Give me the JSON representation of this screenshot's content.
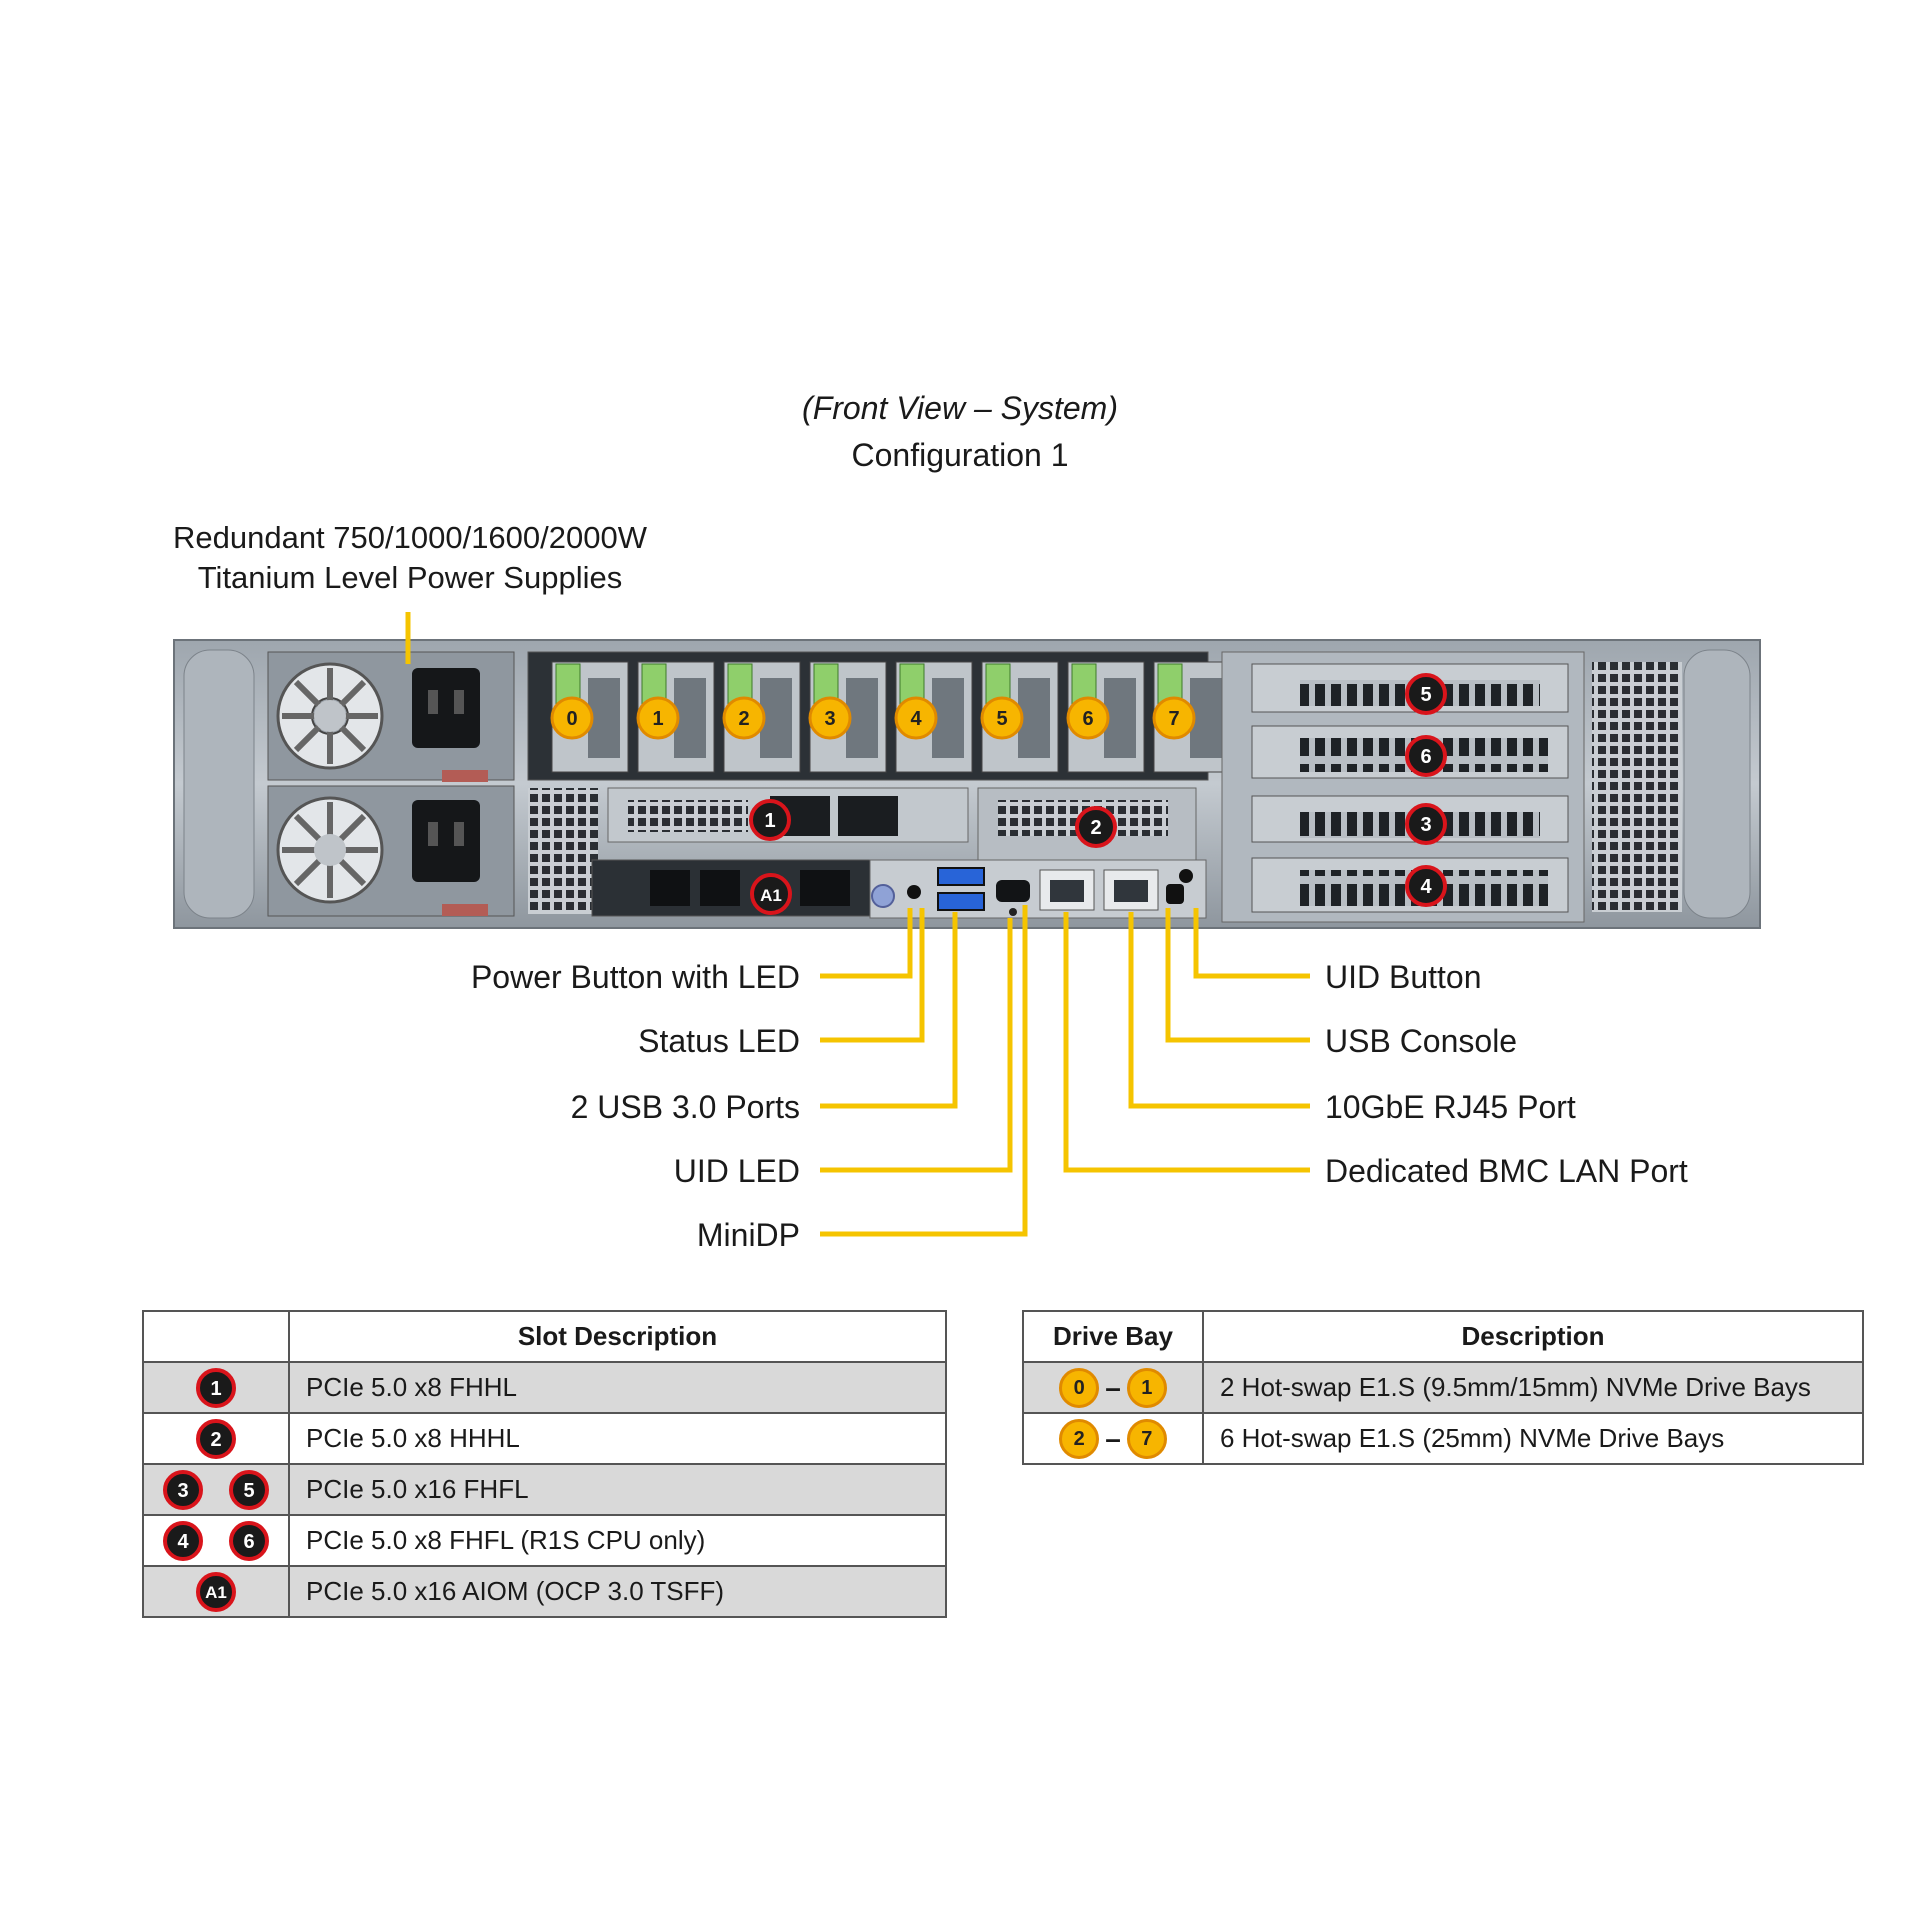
{
  "colors": {
    "leader": "#f5c400",
    "badge_red": "#d9141b",
    "badge_yellow": "#f7b500",
    "table_shade": "#d9d9d9"
  },
  "header": {
    "view": "(Front View – System)",
    "config": "Configuration 1"
  },
  "psu_caption": {
    "line1": "Redundant 750/1000/1600/2000W",
    "line2": "Titanium Level Power Supplies"
  },
  "chassis": {
    "drive_bays": [
      "0",
      "1",
      "2",
      "3",
      "4",
      "5",
      "6",
      "7"
    ],
    "center_slots": [
      "1",
      "2",
      "A1"
    ],
    "right_slots": [
      "5",
      "6",
      "3",
      "4"
    ]
  },
  "callouts": {
    "left": [
      "Power Button with LED",
      "Status LED",
      "2 USB 3.0 Ports",
      "UID LED",
      "MiniDP"
    ],
    "right": [
      "UID Button",
      "USB Console",
      "10GbE RJ45 Port",
      "Dedicated BMC LAN Port"
    ]
  },
  "slot_table": {
    "header_blank": "",
    "header": "Slot Description",
    "rows": [
      {
        "badges": [
          "1"
        ],
        "desc": "PCIe 5.0 x8 FHHL"
      },
      {
        "badges": [
          "2"
        ],
        "desc": "PCIe 5.0 x8 HHHL"
      },
      {
        "badges": [
          "3",
          "5"
        ],
        "desc": "PCIe 5.0 x16 FHFL"
      },
      {
        "badges": [
          "4",
          "6"
        ],
        "desc": "PCIe 5.0 x8 FHFL (R1S CPU only)"
      },
      {
        "badges": [
          "A1"
        ],
        "desc": "PCIe 5.0 x16 AIOM (OCP 3.0 TSFF)"
      }
    ]
  },
  "drive_table": {
    "header_bay": "Drive Bay",
    "header_desc": "Description",
    "rows": [
      {
        "from": "0",
        "to": "1",
        "desc": "2 Hot-swap E1.S (9.5mm/15mm) NVMe Drive Bays"
      },
      {
        "from": "2",
        "to": "7",
        "desc": "6 Hot-swap E1.S (25mm) NVMe Drive Bays"
      }
    ]
  }
}
